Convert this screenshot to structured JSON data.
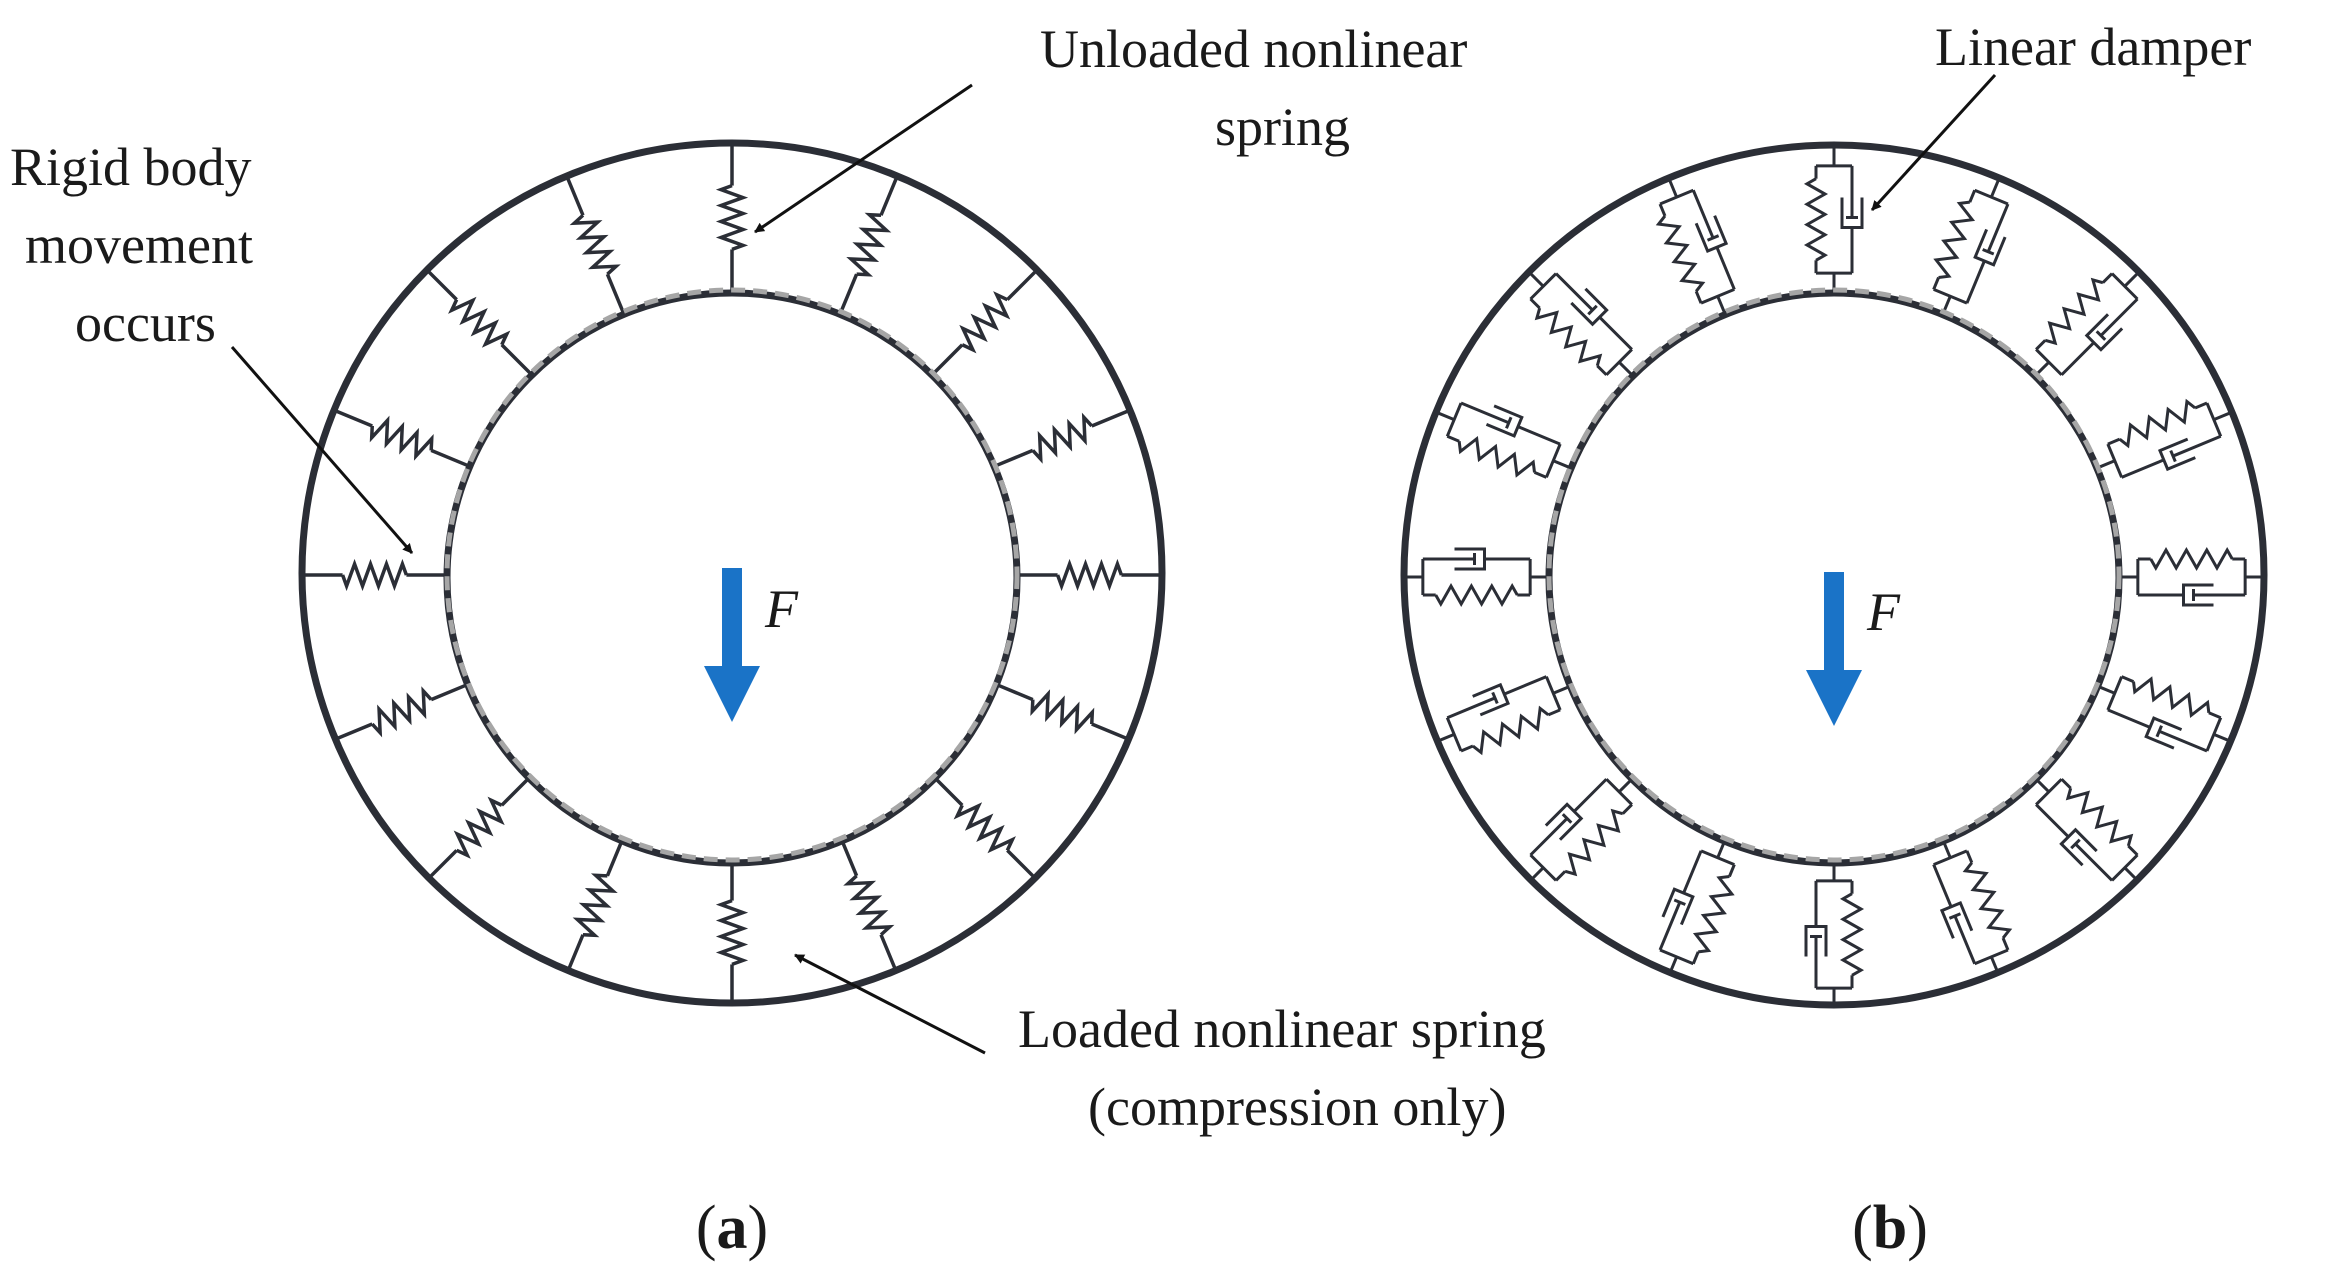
{
  "colors": {
    "ring": "#2b2e36",
    "element": "#2b2e36",
    "dashed": "#a6a6a6",
    "force": "#1a73c7"
  },
  "labels": {
    "unloaded_line1": "Unloaded nonlinear",
    "unloaded_line2": "spring",
    "rigid_line1": "Rigid body",
    "rigid_line2": "movement",
    "rigid_line3": "occurs",
    "loaded_line1": "Loaded nonlinear spring",
    "loaded_line2": "(compression only)",
    "damper": "Linear damper",
    "force_a": "F",
    "force_b": "F"
  },
  "panels": {
    "a": {
      "open": "(",
      "letter": "a",
      "close": ")"
    },
    "b": {
      "open": "(",
      "letter": "b",
      "close": ")"
    }
  },
  "diagram": {
    "a": {
      "element": "spring",
      "count": 16
    },
    "b": {
      "element": "spring-damper",
      "count": 16
    }
  }
}
